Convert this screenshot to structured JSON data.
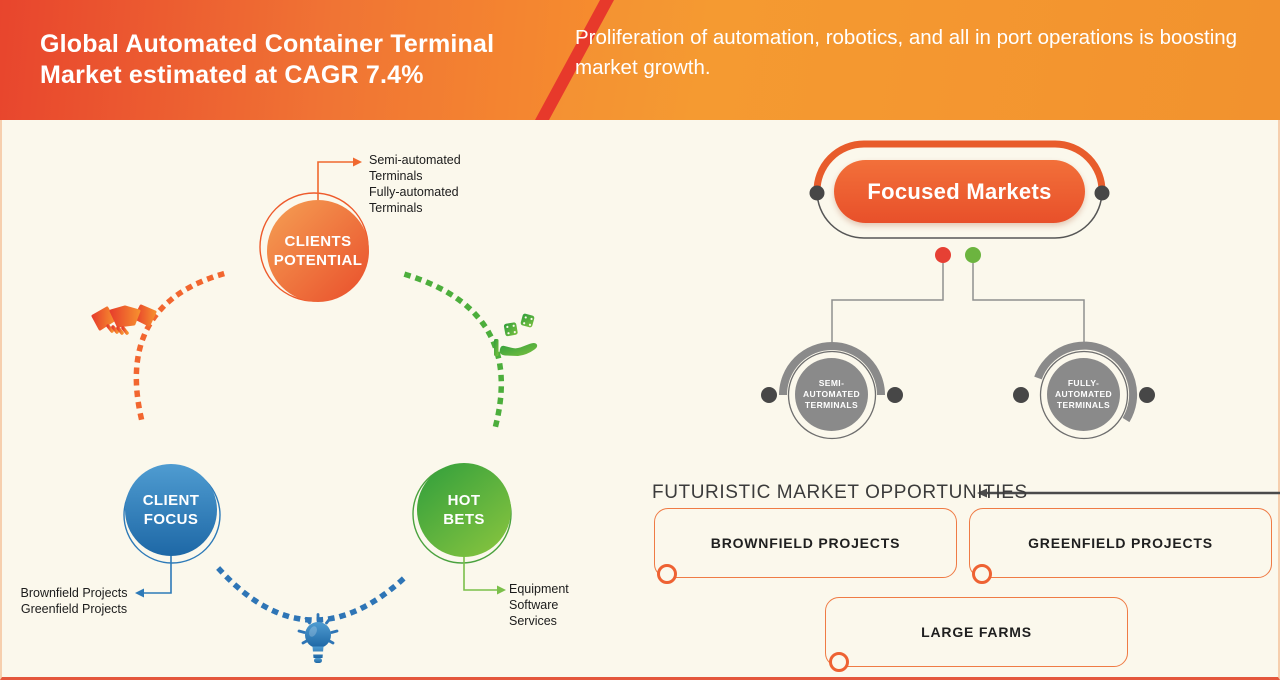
{
  "header": {
    "title_line1": "Global Automated Container Terminal",
    "title_line2": "Market estimated at CAGR 7.4%",
    "subtitle": "Proliferation of automation, robotics, and all in port operations is boosting market growth."
  },
  "strategy_diagram": {
    "clients_potential": {
      "line1": "CLIENTS",
      "line2": "POTENTIAL",
      "notes": [
        "Semi-automated",
        "Terminals",
        "Fully-automated",
        "Terminals"
      ],
      "icon": "handshake-icon"
    },
    "client_focus": {
      "line1": "CLIENT",
      "line2": "FOCUS",
      "notes": [
        "Brownfield Projects",
        "Greenfield Projects"
      ],
      "icon": "lightbulb-icon"
    },
    "hot_bets": {
      "line1": "HOT",
      "line2": "BETS",
      "notes": [
        "Equipment",
        "Software",
        "Services"
      ],
      "icon": "hand-dice-icon"
    }
  },
  "market_tree": {
    "root": "Focused Markets",
    "children": [
      {
        "line1": "SEMI- AUTOMATED",
        "line2": "TERMINALS"
      },
      {
        "line1": "FULLY- AUTOMATED",
        "line2": "TERMINALS"
      }
    ]
  },
  "opportunities": {
    "heading": "FUTURISTIC MARKET OPPORTUNITIES",
    "items": [
      "BROWNFIELD PROJECTS",
      "GREENFIELD PROJECTS",
      "LARGE FARMS"
    ]
  },
  "colors": {
    "accent_orange": "#EE5A2A",
    "accent_red": "#E7402F",
    "accent_blue": "#2E75B6",
    "accent_green": "#4CAE3C",
    "node_gray": "#8A8A8A",
    "background": "#FBF8EC"
  }
}
